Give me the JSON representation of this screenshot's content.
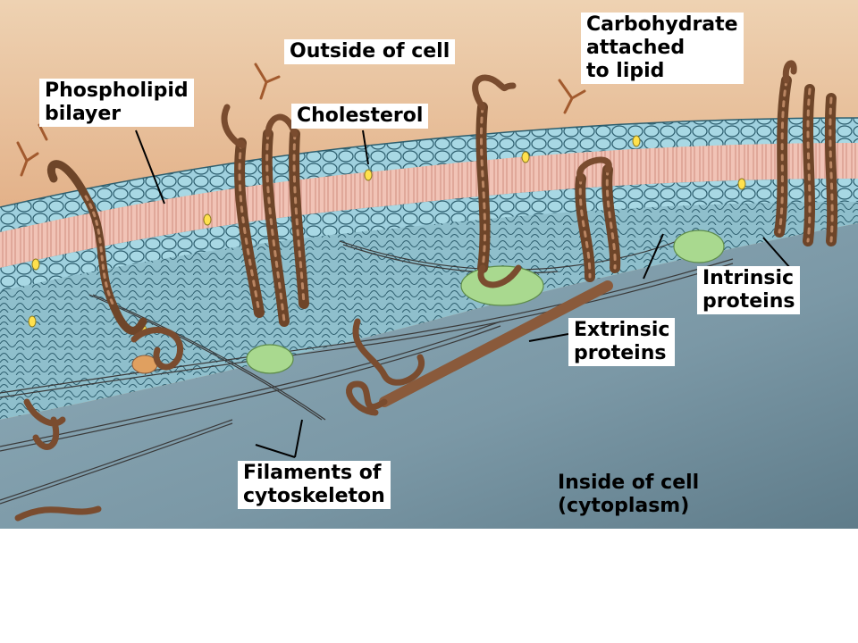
{
  "labels": {
    "outside": "Outside of cell",
    "carbohydrate": [
      "Carbohydrate",
      "attached",
      "to lipid"
    ],
    "phospholipid": [
      "Phospholipid",
      "bilayer"
    ],
    "cholesterol": "Cholesterol",
    "intrinsic": [
      "Intrinsic",
      "proteins"
    ],
    "extrinsic": [
      "Extrinsic",
      "proteins"
    ],
    "filaments": [
      "Filaments of",
      "cytoskeleton"
    ],
    "inside": [
      "Inside of cell",
      "(cytoplasm)"
    ]
  },
  "colors": {
    "outside_top": "#e9c8a6",
    "outside_bottom": "#d58b58",
    "head": "#9fd0de",
    "head_stroke": "#2d5e6e",
    "tail_band": "#f1c3b6",
    "protein": "#8a5a3b",
    "protein_light": "#b98562",
    "cholesterol": "#ffe14d",
    "extrinsic_blob": "#a9d98f",
    "cytoplasm": "#6f8e9c",
    "cytoskeleton": "#3a3a3a"
  }
}
